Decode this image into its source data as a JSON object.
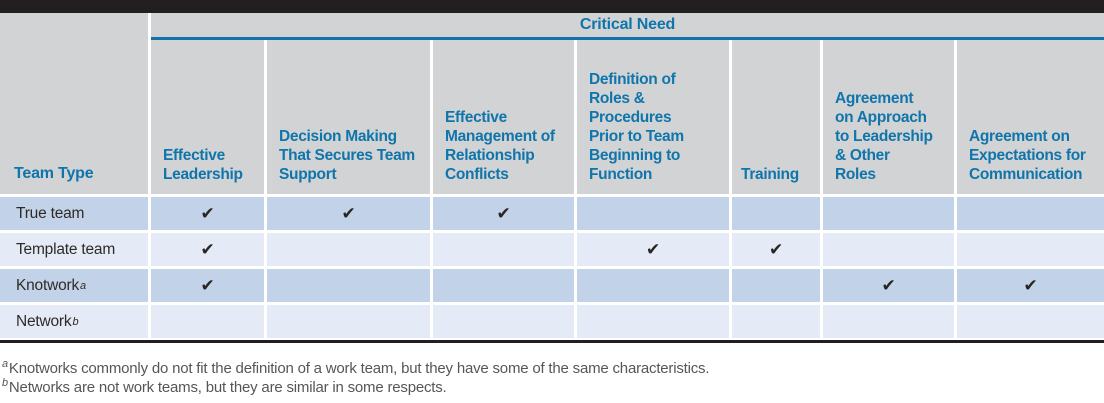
{
  "table": {
    "spanner_label": "Critical Need",
    "corner_header": "Team Type",
    "columns": [
      "Effective Leadership",
      "Decision Making That Secures Team Support",
      "Effective Management of Relationship Conflicts",
      "Definition of Roles & Procedures Prior to Team Beginning to Function",
      "Training",
      "Agreement on Approach to Leadership & Other Roles",
      "Agreement on Expectations for Communication"
    ],
    "check_glyph": "✔",
    "rows": [
      {
        "team_type": "True team",
        "superscript": "",
        "checks": [
          "✔",
          "✔",
          "✔",
          "",
          "",
          "",
          ""
        ]
      },
      {
        "team_type": "Template team",
        "superscript": "",
        "checks": [
          "✔",
          "",
          "",
          "✔",
          "✔",
          "",
          ""
        ]
      },
      {
        "team_type": "Knotwork",
        "superscript": "a",
        "checks": [
          "✔",
          "",
          "",
          "",
          "",
          "✔",
          "✔"
        ]
      },
      {
        "team_type": "Network",
        "superscript": "b",
        "checks": [
          "",
          "",
          "",
          "",
          "",
          "",
          ""
        ]
      }
    ]
  },
  "footnotes": [
    {
      "marker": "a",
      "text": "Knotworks commonly do not fit the definition of a work team, but they have some of the same characteristics."
    },
    {
      "marker": "b",
      "text": "Networks are not work teams, but they are similar in some respects."
    }
  ],
  "colors": {
    "accent_blue": "#0f75ab",
    "rule_blue": "#1373a9",
    "header_gray": "#d2d3d4",
    "row_dark_blue": "#c2d3e9",
    "row_light_blue": "#e4eaf6",
    "bar_black": "#231f20",
    "body_text": "#2e2b27",
    "footnote_gray": "#54565a"
  }
}
